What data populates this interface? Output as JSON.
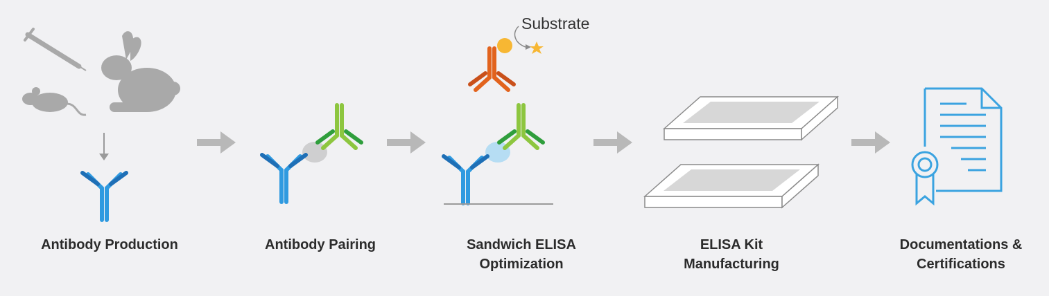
{
  "colors": {
    "background": "#f1f1f3",
    "arrow": "#b8b8b8",
    "animal": "#a9a9a9",
    "antibody_blue": "#2f9ae0",
    "antibody_blue_dark": "#1e6fb6",
    "antibody_green": "#8dc63f",
    "antibody_green_dark": "#2f9e3c",
    "antibody_orange": "#e2631d",
    "substrate": "#f7b733",
    "document_blue": "#3ba3e0",
    "text": "#2b2b2b"
  },
  "icons": [
    "syringe-icon",
    "rabbit-icon",
    "mouse-icon",
    "antibody-icon",
    "elisa-plate-icon",
    "certificate-icon",
    "arrow-right-icon"
  ],
  "substrate_label": "Substrate",
  "steps": [
    {
      "id": "antibody-production",
      "lines": [
        "Antibody Production"
      ]
    },
    {
      "id": "antibody-pairing",
      "lines": [
        "Antibody Pairing"
      ]
    },
    {
      "id": "sandwich-elisa",
      "lines": [
        "Sandwich ELISA",
        "Optimization"
      ]
    },
    {
      "id": "elisa-kit",
      "lines": [
        "ELISA Kit",
        "Manufacturing"
      ]
    },
    {
      "id": "documentation",
      "lines": [
        "Documentations &",
        "Certifications"
      ]
    }
  ]
}
